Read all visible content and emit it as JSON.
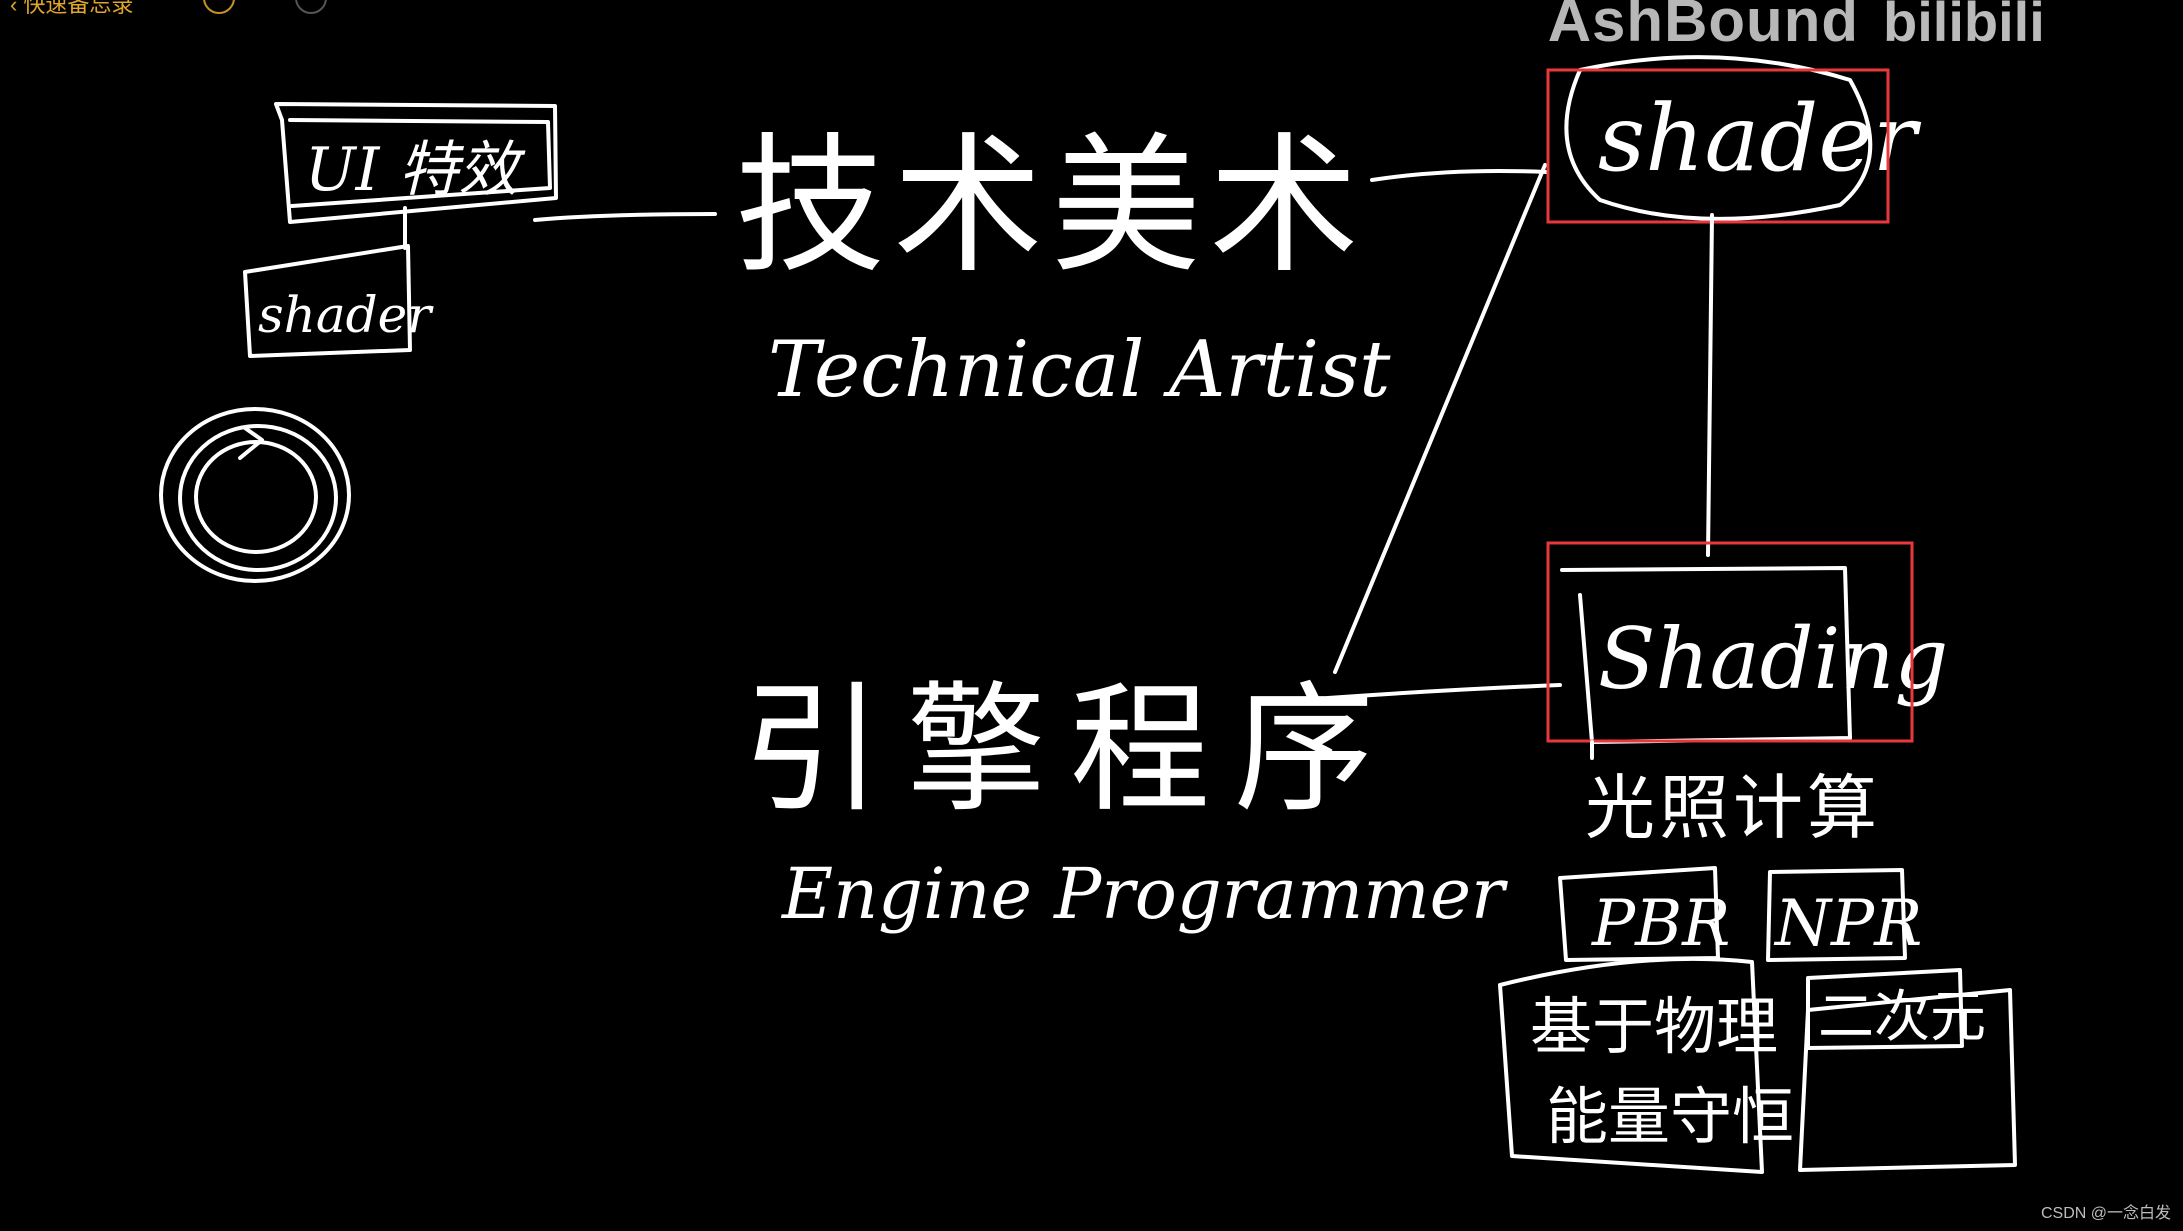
{
  "topbar": {
    "back_label": "快速备忘录"
  },
  "watermark": {
    "channel": "AshBound",
    "logo_icon": "bilibili-logo-icon"
  },
  "board": {
    "ui_effects": "UI 特效",
    "shader_small": "shader",
    "tech_art_cn": "技术美术",
    "tech_art_en": "Technical Artist",
    "engine_cn": "引擎程序",
    "engine_en": "Engine Programmer",
    "shader_big": "shader",
    "shading": "Shading",
    "lighting": "光照计算",
    "pbr": "PBR",
    "npr": "NPR",
    "physics_line1": "基于物理",
    "physics_line2": "能量守恒",
    "anime": "二次元"
  },
  "colors": {
    "ink": "#ffffff",
    "highlight": "#e8383b",
    "background": "#000000",
    "back_link": "#e0a52a"
  },
  "footer": {
    "credit": "CSDN @一念白发"
  }
}
